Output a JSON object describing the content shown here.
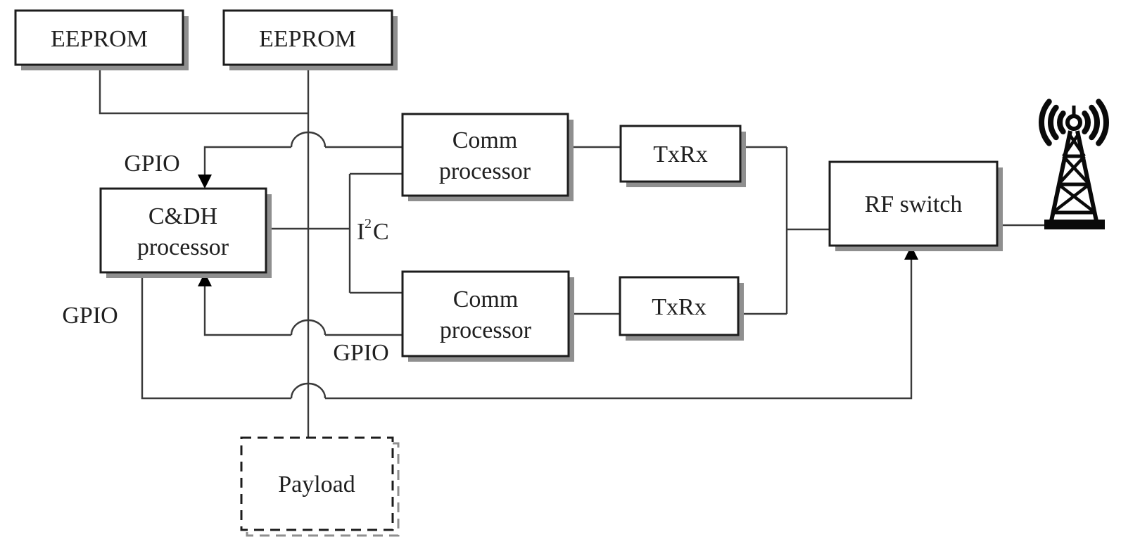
{
  "diagram": {
    "title_hint": "satellite avionics block diagram",
    "colors": {
      "background": "#ffffff",
      "wire": "#3a3a3a",
      "box_border": "#1c1c1c",
      "box_fill": "#ffffff",
      "box_shadow": "#8f8f8f",
      "text": "#1f1f1f",
      "arrowhead": "#000000",
      "antenna_icon": "#0a0a0a"
    },
    "nodes": {
      "eeprom1": {
        "label": "EEPROM"
      },
      "eeprom2": {
        "label": "EEPROM"
      },
      "cdh": {
        "line1": "C&DH",
        "line2": "processor"
      },
      "comm1": {
        "line1": "Comm",
        "line2": "processor"
      },
      "comm2": {
        "line1": "Comm",
        "line2": "processor"
      },
      "txrx1": {
        "label": "TxRx"
      },
      "txrx2": {
        "label": "TxRx"
      },
      "rf_switch": {
        "label": "RF switch"
      },
      "payload": {
        "label": "Payload"
      }
    },
    "labels": {
      "gpio_top": "GPIO",
      "gpio_left": "GPIO",
      "gpio_mid": "GPIO",
      "i2c_base": "I",
      "i2c_sup": "2",
      "i2c_tail": "C"
    },
    "icons": {
      "antenna": "cell-tower-antenna-icon"
    }
  }
}
